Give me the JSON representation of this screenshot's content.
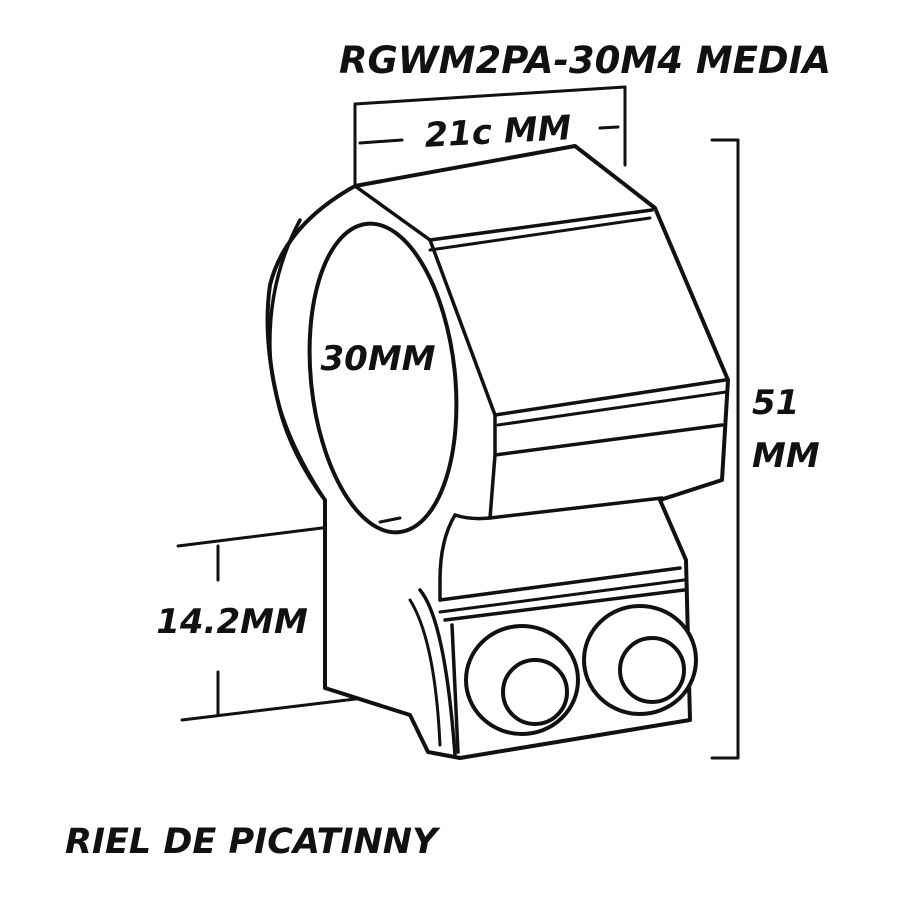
{
  "title": "RGWM2PA-30M4 MEDIA",
  "dimensions": {
    "width": "21c MM",
    "tube_diameter": "30MM",
    "height_line1": "51",
    "height_line2": "MM",
    "base_height": "14.2MM"
  },
  "footer": "RIEL DE PICATINNY",
  "colors": {
    "ink": "#111111",
    "background": "#ffffff"
  }
}
